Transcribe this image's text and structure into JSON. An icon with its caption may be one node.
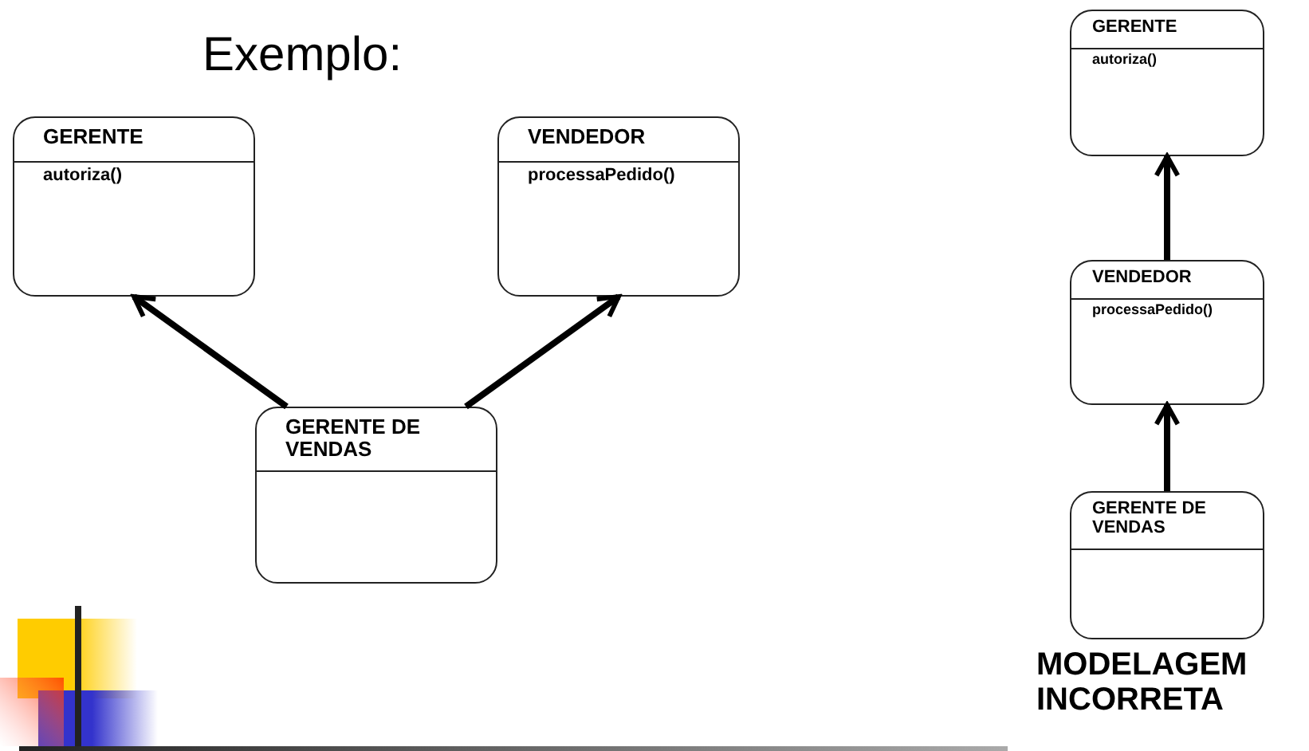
{
  "diagram": {
    "nodes": [
      {
        "text": [
          "GERENTE",
          "autoriza()"
        ]
      },
      {
        "text": [
          "VENDEDOR",
          "processaPedido()"
        ]
      },
      {
        "text": [
          "GERENTE DE VENDAS"
        ]
      },
      {
        "text": [
          "GERENTE",
          "autoriza()"
        ]
      },
      {
        "text": [
          "VENDEDOR",
          "processaPedido()"
        ]
      },
      {
        "text": [
          "GERENTE DE VENDAS"
        ]
      }
    ],
    "edges": [
      {
        "from": 2,
        "to": 0,
        "arrow": "to"
      },
      {
        "from": 2,
        "to": 1,
        "arrow": "to"
      },
      {
        "from": 4,
        "to": 3,
        "arrow": "to"
      },
      {
        "from": 5,
        "to": 4,
        "arrow": "to"
      }
    ],
    "labels": [
      "Exemplo:",
      "MODELAGEM INCORRETA"
    ]
  }
}
